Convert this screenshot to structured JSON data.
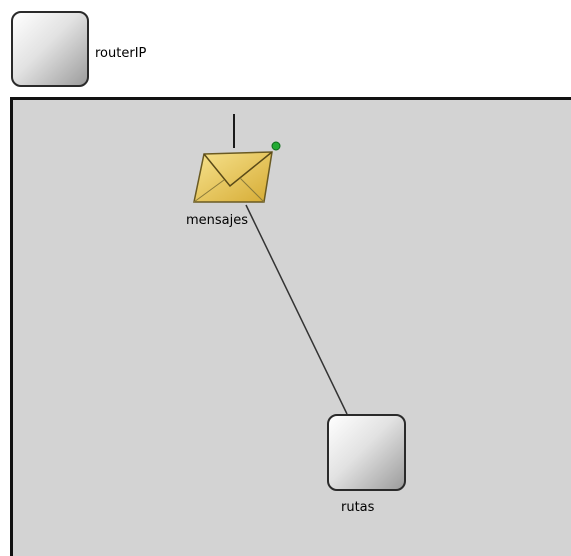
{
  "top_module": {
    "name": "routerIP",
    "icon": "module-icon"
  },
  "submodules": [
    {
      "name": "mensajes",
      "icon": "envelope-icon"
    },
    {
      "name": "rutas",
      "icon": "module-icon"
    }
  ],
  "colors": {
    "canvas_background": "#ffffff",
    "submodule_area": "#d3d3d3",
    "border": "#111111",
    "envelope_fill": "#f0d36a",
    "connection_line": "#333333",
    "status_dot": "#22aa33"
  }
}
